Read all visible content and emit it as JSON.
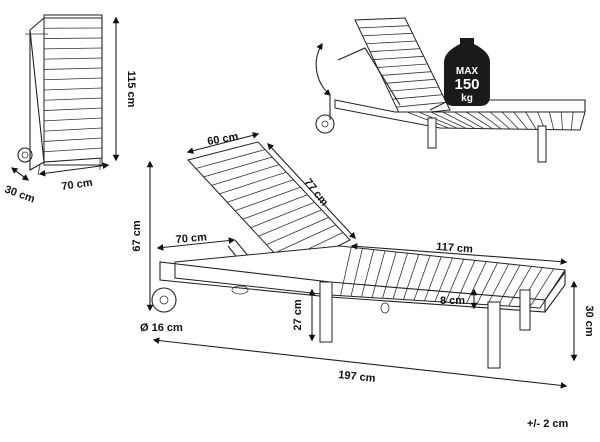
{
  "labels": {
    "folded_height": "115 cm",
    "folded_depth": "30 cm",
    "folded_width": "70 cm",
    "max_word": "MAX",
    "max_value": "150",
    "max_unit": "kg",
    "backrest_width": "60 cm",
    "backrest_length": "77 cm",
    "frame_width": "70 cm",
    "total_height": "67 cm",
    "seat_length": "117 cm",
    "seat_height": "27 cm",
    "seat_thickness": "8 cm",
    "side_height": "30 cm",
    "wheel_diameter": "Ø 16 cm",
    "total_length": "197 cm",
    "tolerance": "+/- 2 cm"
  },
  "colors": {
    "ink": "#222222",
    "background": "#ffffff"
  }
}
